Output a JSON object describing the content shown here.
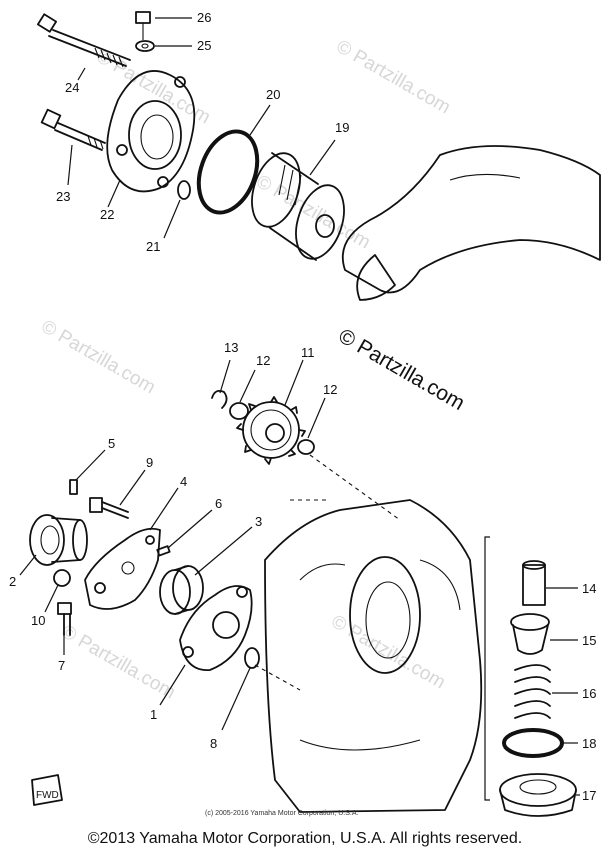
{
  "watermarks": {
    "light": "© Partzilla.com",
    "dark": "© Partzilla.com"
  },
  "credit_small": "(c) 2005-2016 Yamaha Motor Corporation, U.S.A.",
  "footer": "©2013 Yamaha Motor Corporation, U.S.A. All rights reserved.",
  "fwd_mark": "FWD",
  "callouts": [
    "26",
    "25",
    "24",
    "23",
    "22",
    "21",
    "20",
    "19",
    "13",
    "12",
    "11",
    "12",
    "5",
    "9",
    "4",
    "6",
    "3",
    "2",
    "10",
    "7",
    "1",
    "8",
    "14",
    "15",
    "16",
    "18",
    "17"
  ]
}
